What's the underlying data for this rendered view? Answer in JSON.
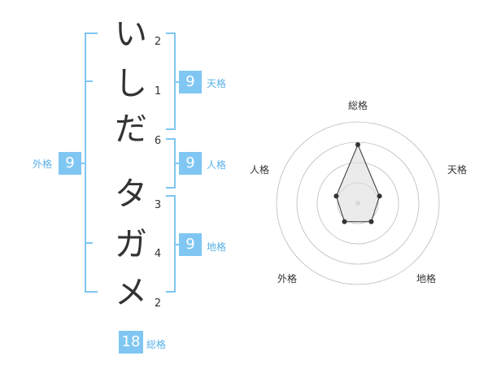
{
  "name": {
    "chars": [
      "い",
      "し",
      "だ",
      "タ",
      "ガ",
      "メ"
    ],
    "strokes": [
      "2",
      "1",
      "6",
      "3",
      "4",
      "2"
    ]
  },
  "kaku": {
    "tenkaku": {
      "value": "9",
      "label": "天格"
    },
    "jinkaku": {
      "value": "9",
      "label": "人格"
    },
    "chikaku": {
      "value": "9",
      "label": "地格"
    },
    "gaikaku": {
      "value": "9",
      "label": "外格"
    },
    "soukaku": {
      "value": "18",
      "label": "総格"
    }
  },
  "chart_data": {
    "type": "radar",
    "axes": [
      "総格",
      "天格",
      "地格",
      "外格",
      "人格"
    ],
    "values": [
      3.6,
      1.4,
      1.4,
      1.4,
      1.4
    ],
    "max": 5,
    "rings": 4,
    "colors": {
      "stroke": "#333333",
      "fill": "#dddddd",
      "grid": "#bbbbbb",
      "center": "#cccccc"
    }
  }
}
